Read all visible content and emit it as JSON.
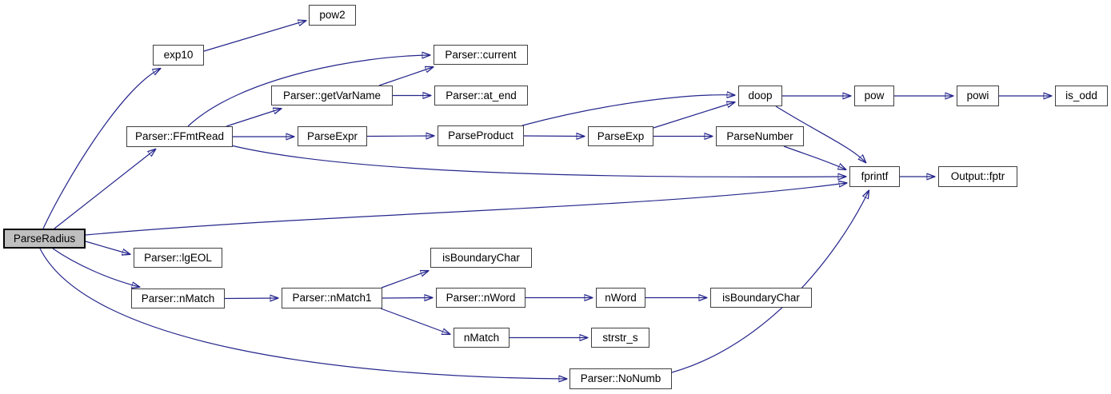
{
  "diagram": {
    "type": "call-graph",
    "root": "ParseRadius",
    "colors": {
      "edge": "#26268c",
      "node_border": "#404040",
      "node_fill": "#ffffff",
      "root_fill": "#bfbfbf",
      "text": "#000000",
      "background": "#ffffff"
    },
    "nodes": [
      {
        "id": "ParseRadius",
        "label": "ParseRadius"
      },
      {
        "id": "exp10",
        "label": "exp10"
      },
      {
        "id": "pow2",
        "label": "pow2"
      },
      {
        "id": "Parser::FFmtRead",
        "label": "Parser::FFmtRead"
      },
      {
        "id": "Parser::current",
        "label": "Parser::current"
      },
      {
        "id": "Parser::getVarName",
        "label": "Parser::getVarName"
      },
      {
        "id": "Parser::at_end",
        "label": "Parser::at_end"
      },
      {
        "id": "ParseExpr",
        "label": "ParseExpr"
      },
      {
        "id": "ParseProduct",
        "label": "ParseProduct"
      },
      {
        "id": "ParseExp",
        "label": "ParseExp"
      },
      {
        "id": "doop",
        "label": "doop"
      },
      {
        "id": "ParseNumber",
        "label": "ParseNumber"
      },
      {
        "id": "pow",
        "label": "pow"
      },
      {
        "id": "powi",
        "label": "powi"
      },
      {
        "id": "is_odd",
        "label": "is_odd"
      },
      {
        "id": "fprintf",
        "label": "fprintf"
      },
      {
        "id": "Output::fptr",
        "label": "Output::fptr"
      },
      {
        "id": "Parser::lgEOL",
        "label": "Parser::lgEOL"
      },
      {
        "id": "Parser::nMatch",
        "label": "Parser::nMatch"
      },
      {
        "id": "Parser::nMatch1",
        "label": "Parser::nMatch1"
      },
      {
        "id": "isBoundaryChar_top",
        "label": "isBoundaryChar"
      },
      {
        "id": "Parser::nWord",
        "label": "Parser::nWord"
      },
      {
        "id": "nWord",
        "label": "nWord"
      },
      {
        "id": "isBoundaryChar_right",
        "label": "isBoundaryChar"
      },
      {
        "id": "nMatch",
        "label": "nMatch"
      },
      {
        "id": "strstr_s",
        "label": "strstr_s"
      },
      {
        "id": "Parser::NoNumb",
        "label": "Parser::NoNumb"
      }
    ],
    "edges": [
      {
        "from": "ParseRadius",
        "to": "exp10"
      },
      {
        "from": "ParseRadius",
        "to": "Parser::FFmtRead"
      },
      {
        "from": "ParseRadius",
        "to": "fprintf"
      },
      {
        "from": "ParseRadius",
        "to": "Parser::lgEOL"
      },
      {
        "from": "ParseRadius",
        "to": "Parser::nMatch"
      },
      {
        "from": "ParseRadius",
        "to": "Parser::NoNumb"
      },
      {
        "from": "exp10",
        "to": "pow2"
      },
      {
        "from": "Parser::FFmtRead",
        "to": "Parser::current"
      },
      {
        "from": "Parser::FFmtRead",
        "to": "Parser::getVarName"
      },
      {
        "from": "Parser::FFmtRead",
        "to": "ParseExpr"
      },
      {
        "from": "Parser::FFmtRead",
        "to": "fprintf"
      },
      {
        "from": "Parser::getVarName",
        "to": "Parser::current"
      },
      {
        "from": "Parser::getVarName",
        "to": "Parser::at_end"
      },
      {
        "from": "ParseExpr",
        "to": "ParseProduct"
      },
      {
        "from": "ParseProduct",
        "to": "ParseExp"
      },
      {
        "from": "ParseProduct",
        "to": "doop"
      },
      {
        "from": "ParseExp",
        "to": "doop"
      },
      {
        "from": "ParseExp",
        "to": "ParseNumber"
      },
      {
        "from": "ParseNumber",
        "to": "fprintf"
      },
      {
        "from": "doop",
        "to": "pow"
      },
      {
        "from": "doop",
        "to": "fprintf"
      },
      {
        "from": "pow",
        "to": "powi"
      },
      {
        "from": "powi",
        "to": "is_odd"
      },
      {
        "from": "fprintf",
        "to": "Output::fptr"
      },
      {
        "from": "Parser::nMatch",
        "to": "Parser::nMatch1"
      },
      {
        "from": "Parser::nMatch1",
        "to": "isBoundaryChar_top"
      },
      {
        "from": "Parser::nMatch1",
        "to": "Parser::nWord"
      },
      {
        "from": "Parser::nMatch1",
        "to": "nMatch"
      },
      {
        "from": "Parser::nWord",
        "to": "nWord"
      },
      {
        "from": "nWord",
        "to": "isBoundaryChar_right"
      },
      {
        "from": "nMatch",
        "to": "strstr_s"
      },
      {
        "from": "Parser::NoNumb",
        "to": "fprintf"
      }
    ]
  }
}
